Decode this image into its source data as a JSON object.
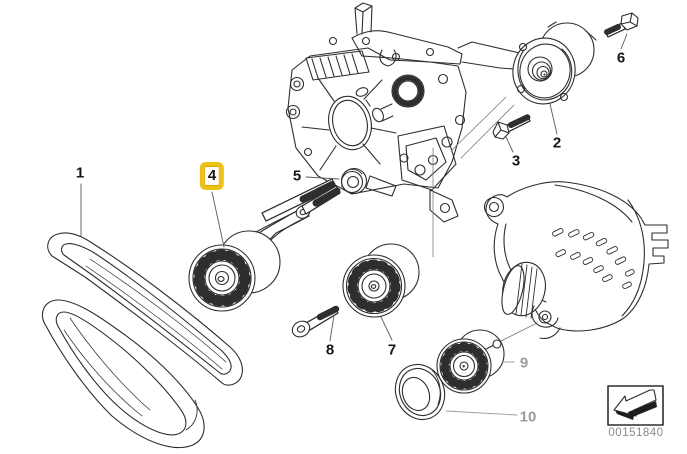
{
  "diagram": {
    "type": "exploded-parts-diagram",
    "subject": "Belt drive - tensioner and deflection pulleys with alternator and water pump drive",
    "callouts": [
      {
        "id": "1",
        "label": "1",
        "style": "normal",
        "part": "ribbed-v-belt"
      },
      {
        "id": "2",
        "label": "2",
        "style": "normal",
        "part": "friction-wheel-housing"
      },
      {
        "id": "3",
        "label": "3",
        "style": "normal",
        "part": "hex-bolt"
      },
      {
        "id": "4",
        "label": "4",
        "style": "highlighted",
        "part": "belt-tensioner"
      },
      {
        "id": "5",
        "label": "5",
        "style": "normal",
        "part": "pivot-bolt-with-washer"
      },
      {
        "id": "6",
        "label": "6",
        "style": "normal",
        "part": "hex-bolt"
      },
      {
        "id": "7",
        "label": "7",
        "style": "normal",
        "part": "deflection-pulley"
      },
      {
        "id": "8",
        "label": "8",
        "style": "normal",
        "part": "socket-head-bolt"
      },
      {
        "id": "9",
        "label": "9",
        "style": "muted",
        "part": "idler-pulley"
      },
      {
        "id": "10",
        "label": "10",
        "style": "muted",
        "part": "protective-cap"
      }
    ],
    "colors": {
      "background": "#ffffff",
      "line": "#2e2e2e",
      "label": "#161616",
      "muted_label": "#9c9c9c",
      "highlight_border": "#eec114",
      "part_number_text": "#8b8b8b"
    },
    "stamp": {
      "part_number": "00151840",
      "icon": "direction-arrow-icon"
    }
  }
}
